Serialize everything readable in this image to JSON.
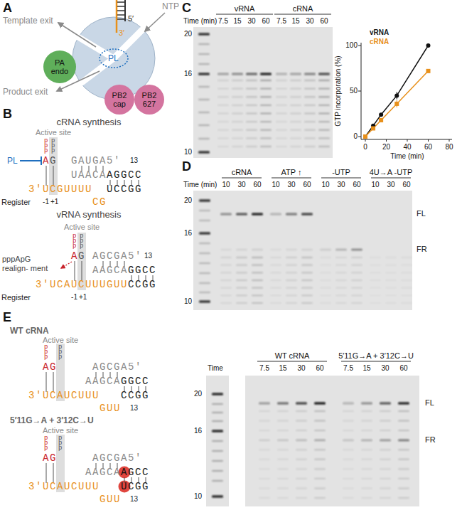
{
  "diagram": {
    "nodes": [
      {
        "text": [
          "PA endo"
        ]
      },
      {
        "text": [
          "PB2 cap"
        ]
      },
      {
        "text": [
          "PB2 627"
        ]
      }
    ],
    "labels": [
      "A",
      "B",
      "C",
      "D",
      "E",
      "Template exit",
      "NTP",
      "5′",
      "3′",
      "PL",
      "Product exit",
      "cRNA synthesis",
      "Active site",
      "PL",
      "ppp",
      "ppp",
      "A",
      "G",
      "GAUGA5′",
      "UAACA",
      "AGGCC",
      "13",
      "3′UC",
      "GUUUU",
      "CG",
      "UCCGG",
      "Register",
      "-1",
      "+1",
      "vRNA synthesis",
      "Active site",
      "ppp",
      "ppp",
      "A",
      "G",
      "AGCGA5′",
      "AAGCA",
      "GGCC",
      "13",
      "3′UCA",
      "U",
      "C",
      "UUUGUU",
      "CCGG",
      "pppApG realign- ment",
      "Register",
      "-1",
      "+1",
      "WT cRNA",
      "Active site",
      "ppp",
      "ppp",
      "AG",
      "AGCGA5′",
      "AAGCA",
      "GGCC",
      "3′UCAU",
      "CUUU",
      "CCGG",
      "GUU",
      "13",
      "5′11G→A + 3′12C→U",
      "Active site",
      "ppp",
      "ppp",
      "AG",
      "AGCGA5′",
      "AAGCA",
      "A",
      "GCC",
      "3′UCAU",
      "CUUU",
      "U",
      "CGG",
      "GUU",
      "13",
      "Time (min)",
      "vRNA",
      "cRNA",
      "7.5",
      "15",
      "30",
      "60",
      "7.5",
      "15",
      "30",
      "60",
      "20",
      "16",
      "10",
      "GTP incorporation (%)",
      "100",
      "50",
      "0",
      "0",
      "20",
      "40",
      "60",
      "80",
      "Time (min)",
      "vRNA",
      "cRNA",
      "cRNA",
      "ATP ↑",
      "-UTP",
      "4U→A -UTP",
      "Time (min)",
      "10",
      "30",
      "60",
      "10",
      "30",
      "60",
      "10",
      "30",
      "60",
      "10",
      "30",
      "60",
      "20",
      "16",
      "10",
      "FL",
      "FR",
      "Time",
      "WT cRNA",
      "5′11G→A + 3′12C→U",
      "7.5",
      "15",
      "30",
      "60",
      "7.5",
      "15",
      "30",
      "60",
      "20",
      "16",
      "10",
      "FL",
      "FR"
    ]
  }
}
